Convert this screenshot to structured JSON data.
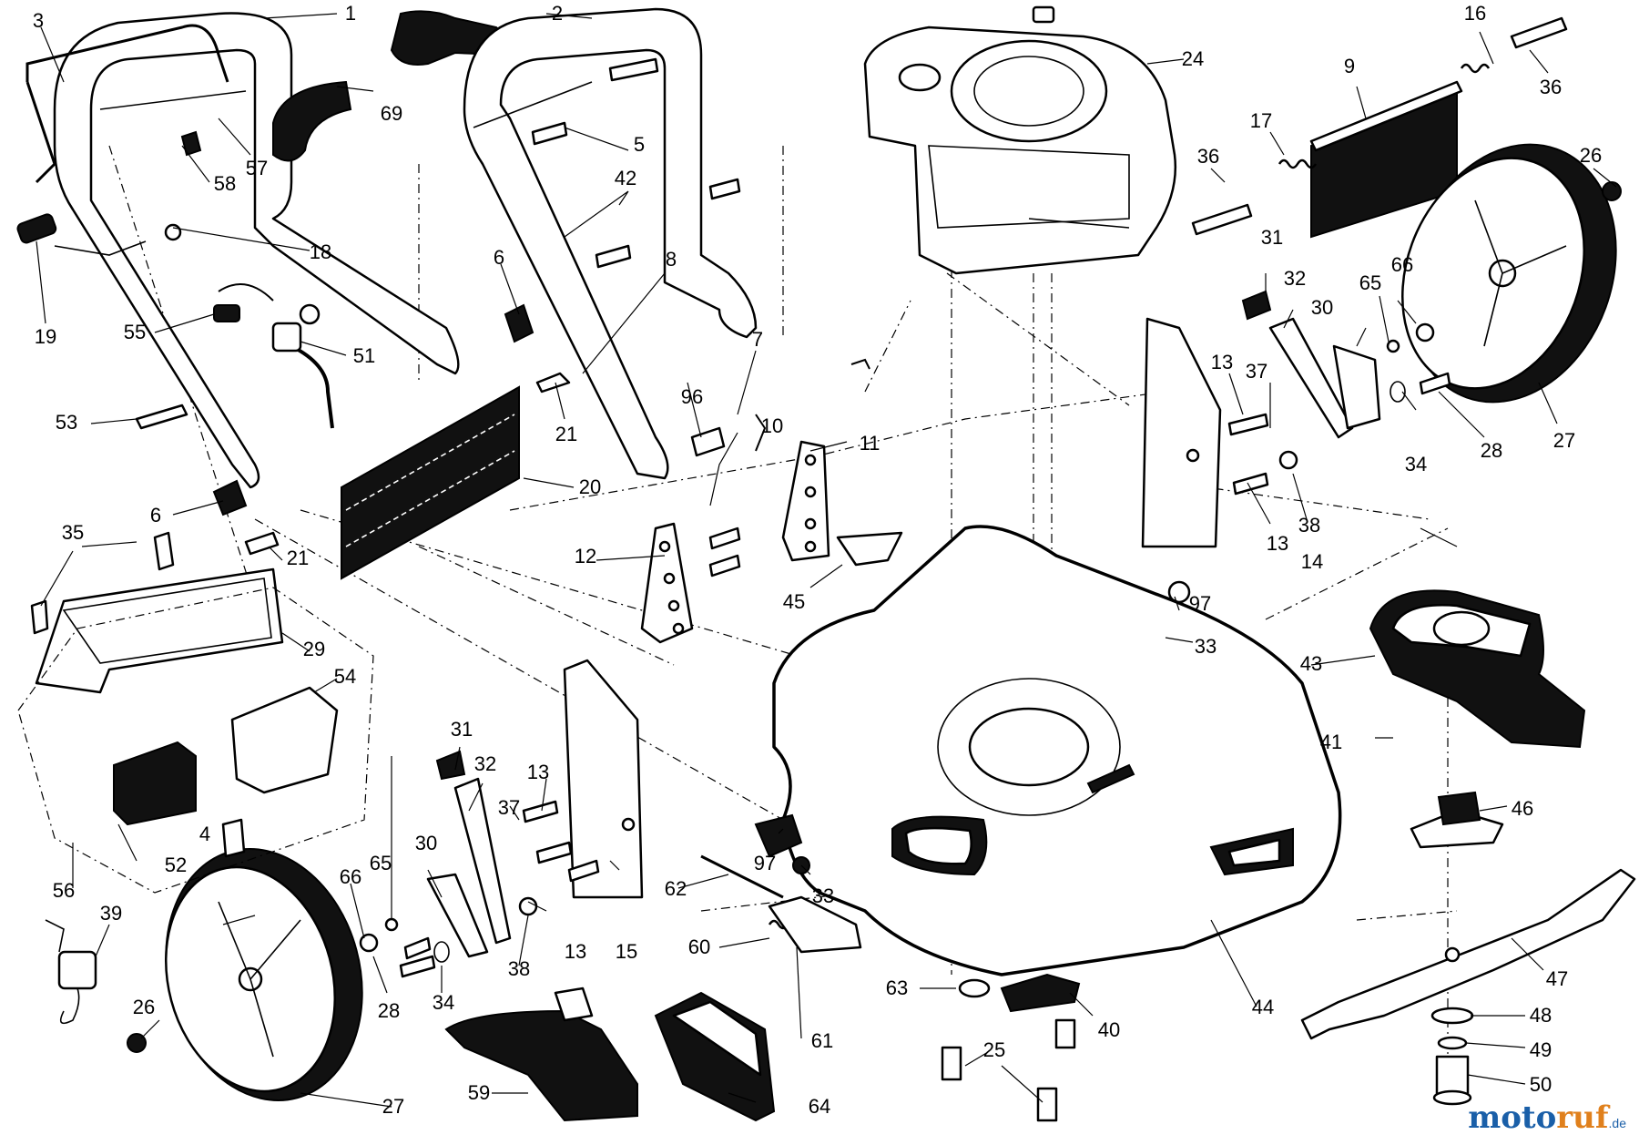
{
  "watermark": {
    "brand_a": "moto",
    "brand_b": "ruf",
    "suffix": ".de"
  },
  "callouts": [
    "1",
    "2",
    "3",
    "4",
    "5",
    "6",
    "6",
    "7",
    "8",
    "9",
    "10",
    "11",
    "12",
    "13",
    "13",
    "13",
    "13",
    "14",
    "15",
    "16",
    "17",
    "18",
    "19",
    "20",
    "21",
    "21",
    "24",
    "25",
    "26",
    "26",
    "27",
    "27",
    "28",
    "28",
    "29",
    "30",
    "30",
    "31",
    "31",
    "32",
    "32",
    "33",
    "33",
    "34",
    "34",
    "35",
    "36",
    "36",
    "37",
    "37",
    "38",
    "38",
    "39",
    "40",
    "41",
    "42",
    "43",
    "44",
    "45",
    "46",
    "47",
    "48",
    "49",
    "50",
    "51",
    "52",
    "53",
    "54",
    "55",
    "56",
    "57",
    "58",
    "59",
    "60",
    "61",
    "62",
    "63",
    "64",
    "65",
    "65",
    "66",
    "66",
    "69",
    "96",
    "97",
    "97"
  ]
}
